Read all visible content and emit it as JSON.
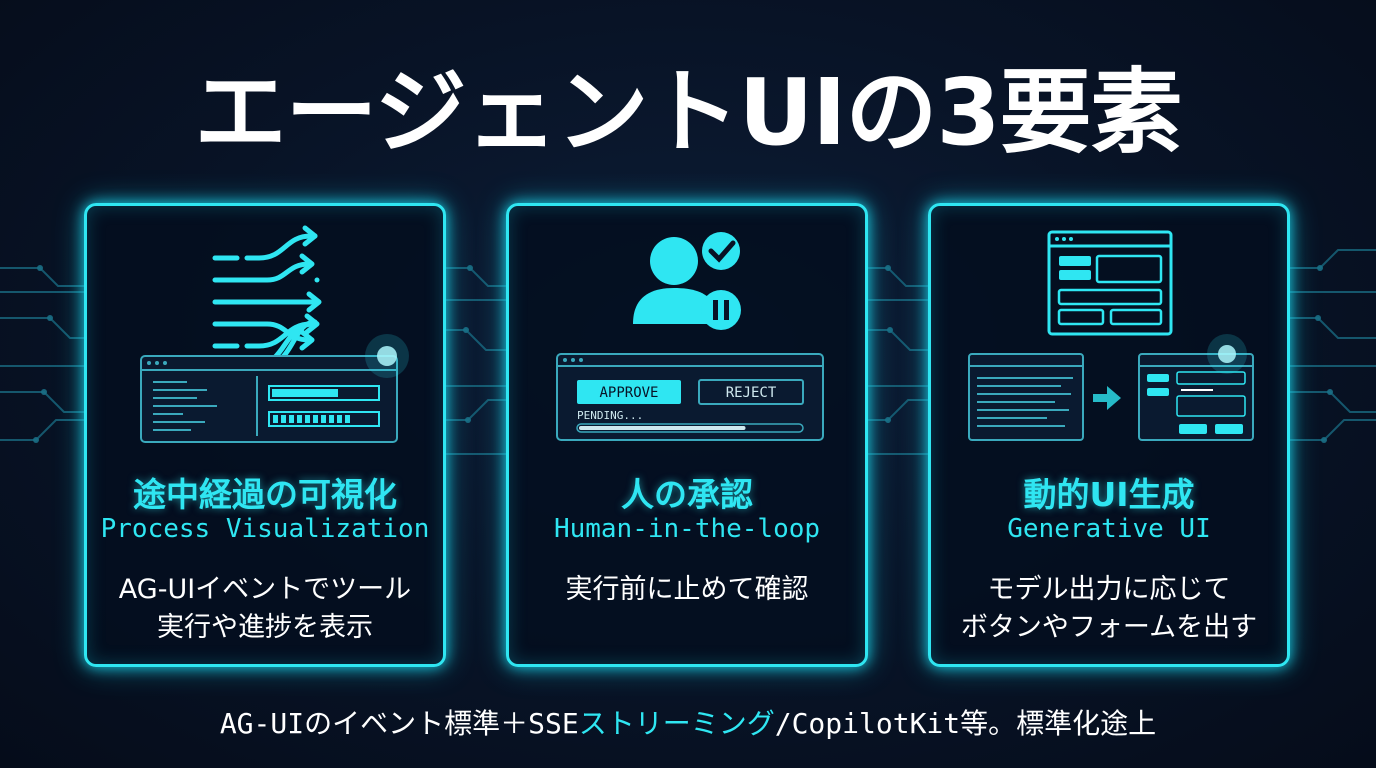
{
  "title": "エージェントUIの3要素",
  "colors": {
    "accent": "#2fe6f2",
    "background": "#081326",
    "text": "#ffffff"
  },
  "cards": [
    {
      "title": "途中経過の可視化",
      "subtitle": "Process Visualization",
      "description_lines": [
        "AG-UIイベントでツール",
        "実行や進捗を表示"
      ],
      "icon": "branching-arrows-icon",
      "illustration": "progress-window"
    },
    {
      "title": "人の承認",
      "subtitle": "Human-in-the-loop",
      "description_lines": [
        "実行前に止めて確認"
      ],
      "icon": "user-approval-icon",
      "illustration": "approval-dialog",
      "approve_label": "APPROVE",
      "reject_label": "REJECT",
      "status_text": "PENDING...",
      "progress": 0.75
    },
    {
      "title": "動的UI生成",
      "subtitle": "Generative UI",
      "description_lines": [
        "モデル出力に応じて",
        "ボタンやフォームを出す"
      ],
      "icon": "layout-window-icon",
      "illustration": "text-to-form"
    }
  ],
  "footer": {
    "part1": "AG-UIのイベント標準＋SSE",
    "part2": "ストリーミング",
    "part3": "/CopilotKit等。標準化途上"
  }
}
